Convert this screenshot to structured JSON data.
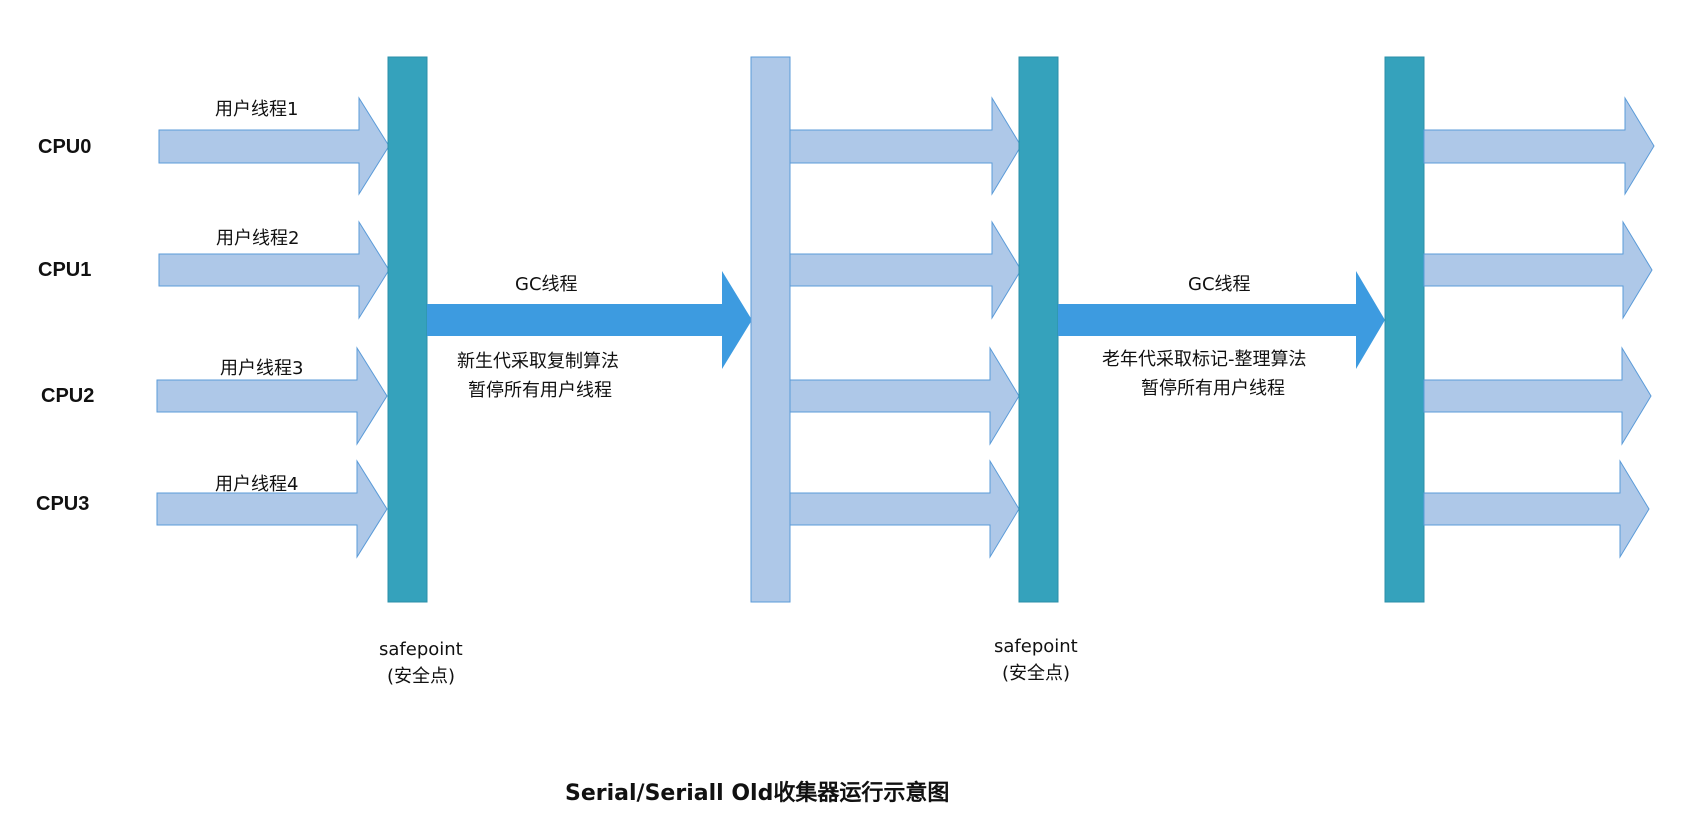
{
  "colors": {
    "safepoint_bar": "#35a2bc",
    "safepoint_bar_stroke": "#2b8fa8",
    "thread_arrow_fill": "#aec8e8",
    "thread_arrow_stroke": "#5b9bd8",
    "gc_arrow": "#3d9be0",
    "middle_bar": "#aec8e8"
  },
  "cpus": [
    "CPU0",
    "CPU1",
    "CPU2",
    "CPU3"
  ],
  "threads": [
    "用户线程1",
    "用户线程2",
    "用户线程3",
    "用户线程4"
  ],
  "gc_phases": [
    {
      "label": "GC线程",
      "line1": "新生代采取复制算法",
      "line2": "暂停所有用户线程"
    },
    {
      "label": "GC线程",
      "line1": "老年代采取标记-整理算法",
      "line2": "暂停所有用户线程"
    }
  ],
  "safepoints": [
    {
      "line1": "safepoint",
      "line2": "(安全点)"
    },
    {
      "line1": "safepoint",
      "line2": "(安全点)"
    }
  ],
  "caption": "Serial/Seriall Old收集器运行示意图"
}
